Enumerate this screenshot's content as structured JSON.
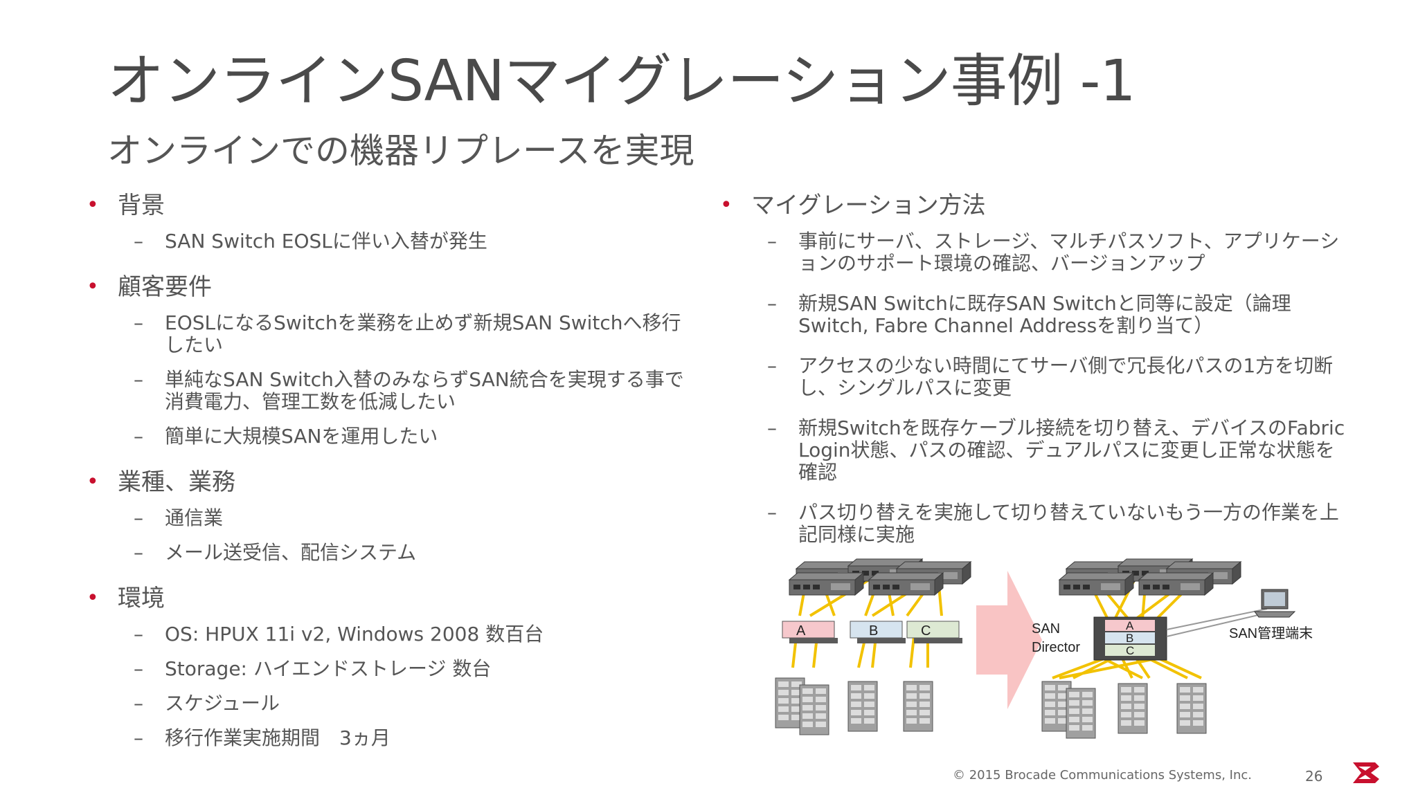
{
  "title": "オンラインSANマイグレーション事例 -1",
  "subtitle": "オンラインでの機器リプレースを実現",
  "left": [
    {
      "heading": "背景",
      "items": [
        "SAN Switch EOSLに伴い入替が発生"
      ]
    },
    {
      "heading": "顧客要件",
      "items": [
        "EOSLになるSwitchを業務を止めず新規SAN Switchへ移行したい",
        "単純なSAN Switch入替のみならずSAN統合を実現する事で消費電力、管理工数を低減したい",
        "簡単に大規模SANを運用したい"
      ]
    },
    {
      "heading": "業種、業務",
      "items": [
        "通信業",
        "メール送受信、配信システム"
      ]
    },
    {
      "heading": "環境",
      "items": [
        "OS: HPUX 11i v2, Windows 2008 数百台",
        "Storage:  ハイエンドストレージ 数台",
        "スケジュール",
        "移行作業実施期間　3ヵ月"
      ]
    }
  ],
  "right": {
    "heading": "マイグレーション方法",
    "items": [
      "事前にサーバ、ストレージ、マルチパスソフト、アプリケーションのサポート環境の確認、バージョンアップ",
      "新規SAN Switchに既存SAN Switchと同等に設定（論理Switch,  Fabre Channel Addressを割り当て）",
      "アクセスの少ない時間にてサーバ側で冗長化パスの1方を切断し、シングルパスに変更",
      "新規Switchを既存ケーブル接続を切り替え、デバイスのFabric Login状態、パスの確認、デュアルパスに変更し正常な状態を確認",
      "パス切り替えを実施して切り替えていないもう一方の作業を上記同様に実施"
    ]
  },
  "diagram": {
    "switch_a": "A",
    "switch_b": "B",
    "switch_c": "C",
    "director_label_1": "SAN",
    "director_label_2": "Director",
    "director_a": "A",
    "director_b": "B",
    "director_c": "C",
    "mgmt_label": "SAN管理端末",
    "cable_color": "#f2c200",
    "arrow_color": "#f9c4c4",
    "zone_a_color": "#f6c8cc",
    "zone_b_color": "#d6e4ef",
    "zone_c_color": "#dde9d3"
  },
  "footer": {
    "copyright": "© 2015  Brocade Communications Systems, Inc.",
    "page": "26"
  },
  "colors": {
    "accent": "#c8102e",
    "text": "#555555"
  },
  "logo_icon": "brocade-b-logo"
}
